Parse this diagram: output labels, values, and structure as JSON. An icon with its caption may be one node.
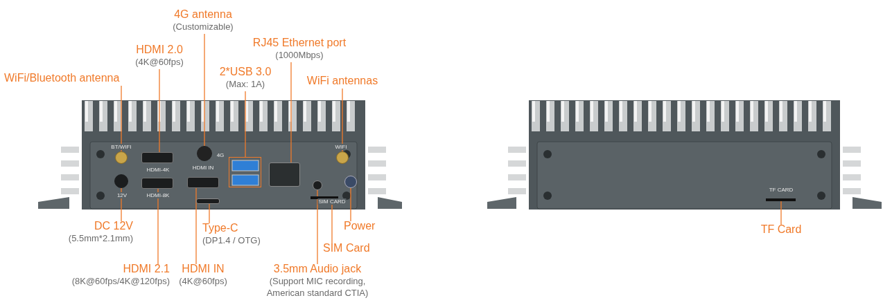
{
  "diagram": {
    "nodes": [
      {
        "text": [
          "4G antenna",
          "(Customizable)"
        ]
      },
      {
        "text": [
          "HDMI 2.0",
          "(4K@60fps)"
        ]
      },
      {
        "text": [
          "RJ45 Ethernet port",
          "(1000Mbps)"
        ]
      },
      {
        "text": [
          "WiFi/Bluetooth antenna"
        ]
      },
      {
        "text": [
          "2*USB 3.0",
          "(Max: 1A)"
        ]
      },
      {
        "text": [
          "WiFi antennas"
        ]
      },
      {
        "text": [
          "DC 12V",
          "(5.5mm*2.1mm)"
        ]
      },
      {
        "text": [
          "Type-C",
          "(DP1.4 / OTG)"
        ]
      },
      {
        "text": [
          "Power"
        ]
      },
      {
        "text": [
          "SIM Card"
        ]
      },
      {
        "text": [
          "HDMI 2.1",
          "(8K@60fps/4K@120fps)"
        ]
      },
      {
        "text": [
          "HDMI IN",
          "(4K@60fps)"
        ]
      },
      {
        "text": [
          "3.5mm Audio jack",
          "(Support MIC recording, American standard CTIA)"
        ]
      },
      {
        "text": [
          "TF Card"
        ]
      },
      {
        "text": [],
        "shape": "box"
      },
      {
        "text": [],
        "shape": "circle"
      },
      {
        "text": [],
        "shape": "box"
      },
      {
        "text": [],
        "shape": "box"
      },
      {
        "text": [],
        "shape": "circle"
      },
      {
        "text": [],
        "shape": "circle"
      },
      {
        "text": [],
        "shape": "circle"
      },
      {
        "text": [],
        "shape": "box"
      },
      {
        "text": [],
        "shape": "circle"
      },
      {
        "text": [],
        "shape": "bar"
      },
      {
        "text": [],
        "shape": "box"
      },
      {
        "text": [],
        "shape": "box"
      },
      {
        "text": [],
        "shape": "circle"
      },
      {
        "text": [],
        "shape": "bar"
      }
    ],
    "edges": [
      {
        "from": 0,
        "to": 15,
        "arrow": "none"
      },
      {
        "from": 1,
        "to": 16,
        "arrow": "none"
      },
      {
        "from": 2,
        "to": 17,
        "arrow": "none"
      },
      {
        "from": 3,
        "to": 18,
        "arrow": "none"
      },
      {
        "from": 4,
        "to": 14,
        "arrow": "none"
      },
      {
        "from": 5,
        "to": 19,
        "arrow": "none"
      },
      {
        "from": 6,
        "to": 20,
        "arrow": "none"
      },
      {
        "from": 7,
        "to": 21,
        "arrow": "none"
      },
      {
        "from": 8,
        "to": 22,
        "arrow": "none"
      },
      {
        "from": 9,
        "to": 23,
        "arrow": "none"
      },
      {
        "from": 10,
        "to": 24,
        "arrow": "none"
      },
      {
        "from": 11,
        "to": 25,
        "arrow": "none"
      },
      {
        "from": 12,
        "to": 26,
        "arrow": "none"
      },
      {
        "from": 13,
        "to": 27,
        "arrow": "none"
      }
    ],
    "labels": [
      "BT/WIFI",
      "4G",
      "WIFI",
      "HDMI-4K",
      "HDMI IN",
      "12V",
      "HDMI-8K",
      "SIM CARD",
      "TF CARD"
    ]
  }
}
